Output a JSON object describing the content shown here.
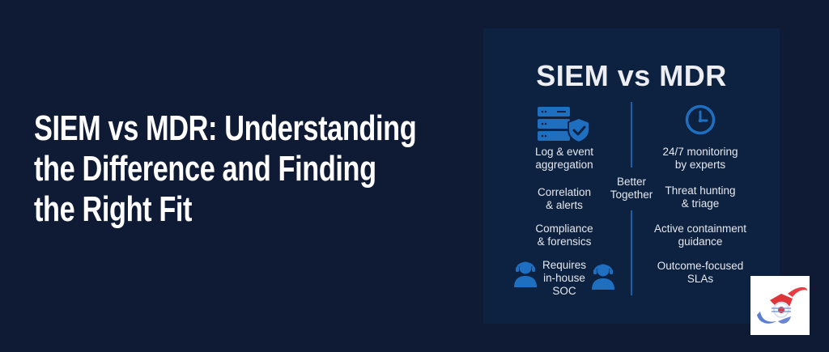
{
  "headline": {
    "lines": [
      "SIEM vs MDR: Understanding",
      "the Difference and Finding",
      "the Right Fit"
    ]
  },
  "card": {
    "title": "SIEM vs MDR",
    "center_label": [
      "Better",
      "Together"
    ],
    "siem": {
      "icon": "server-shield-icon",
      "items": [
        [
          "Log & event",
          "aggregation"
        ],
        [
          "Correlation",
          "& alerts"
        ],
        [
          "Compliance",
          "& forensics"
        ],
        [
          "Requires",
          "in-house",
          "SOC"
        ]
      ],
      "footer_icons": [
        "headset-user-icon",
        "headset-user-icon"
      ]
    },
    "mdr": {
      "icon": "clock-icon",
      "items": [
        [
          "24/7 monitoring",
          "by experts"
        ],
        [
          "Threat hunting",
          "& triage"
        ],
        [
          "Active containment",
          "guidance"
        ],
        [
          "Outcome-focused",
          "SLAs"
        ]
      ]
    }
  },
  "logo": {
    "name": "brand-logo"
  },
  "colors": {
    "background": "#0f1a35",
    "card": "#0d2140",
    "accent": "#1f6fc1",
    "text": "#e6e9ee"
  }
}
